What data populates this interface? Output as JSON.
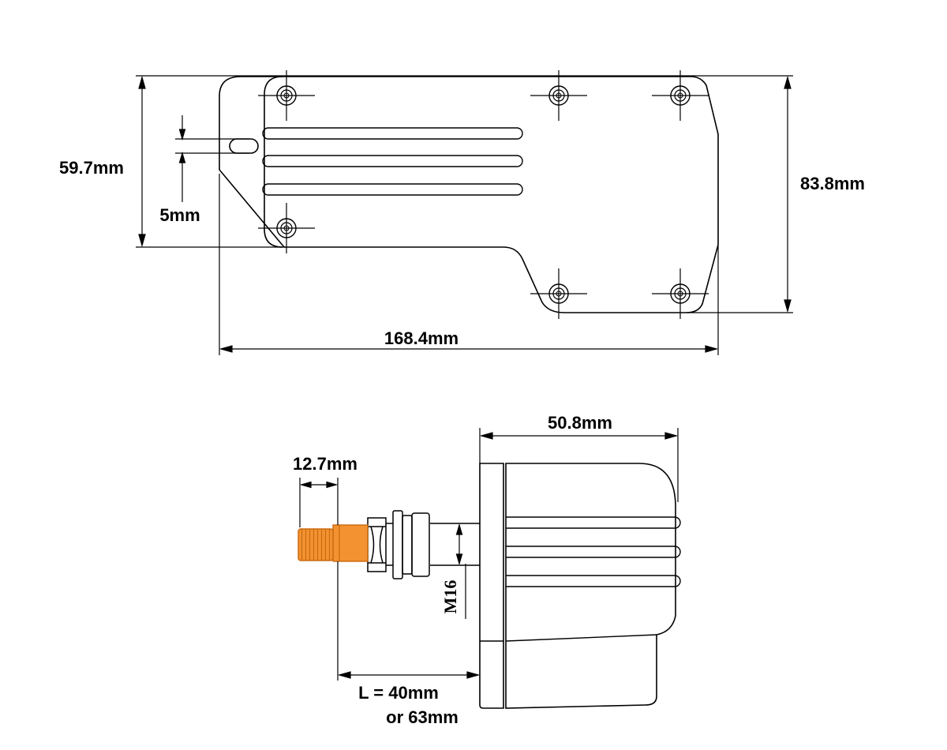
{
  "top_view": {
    "height_left": "59.7mm",
    "slot_width": "5mm",
    "height_right": "83.8mm",
    "length": "168.4mm"
  },
  "side_view": {
    "depth": "50.8mm",
    "nut_length": "12.7mm",
    "thread": "M16",
    "shaft_length_line1": "L = 40mm",
    "shaft_length_line2": "or 63mm"
  },
  "colors": {
    "line": "#000000",
    "fitting": "#f39230",
    "fitting_dark": "#c96a10",
    "background": "#ffffff"
  }
}
